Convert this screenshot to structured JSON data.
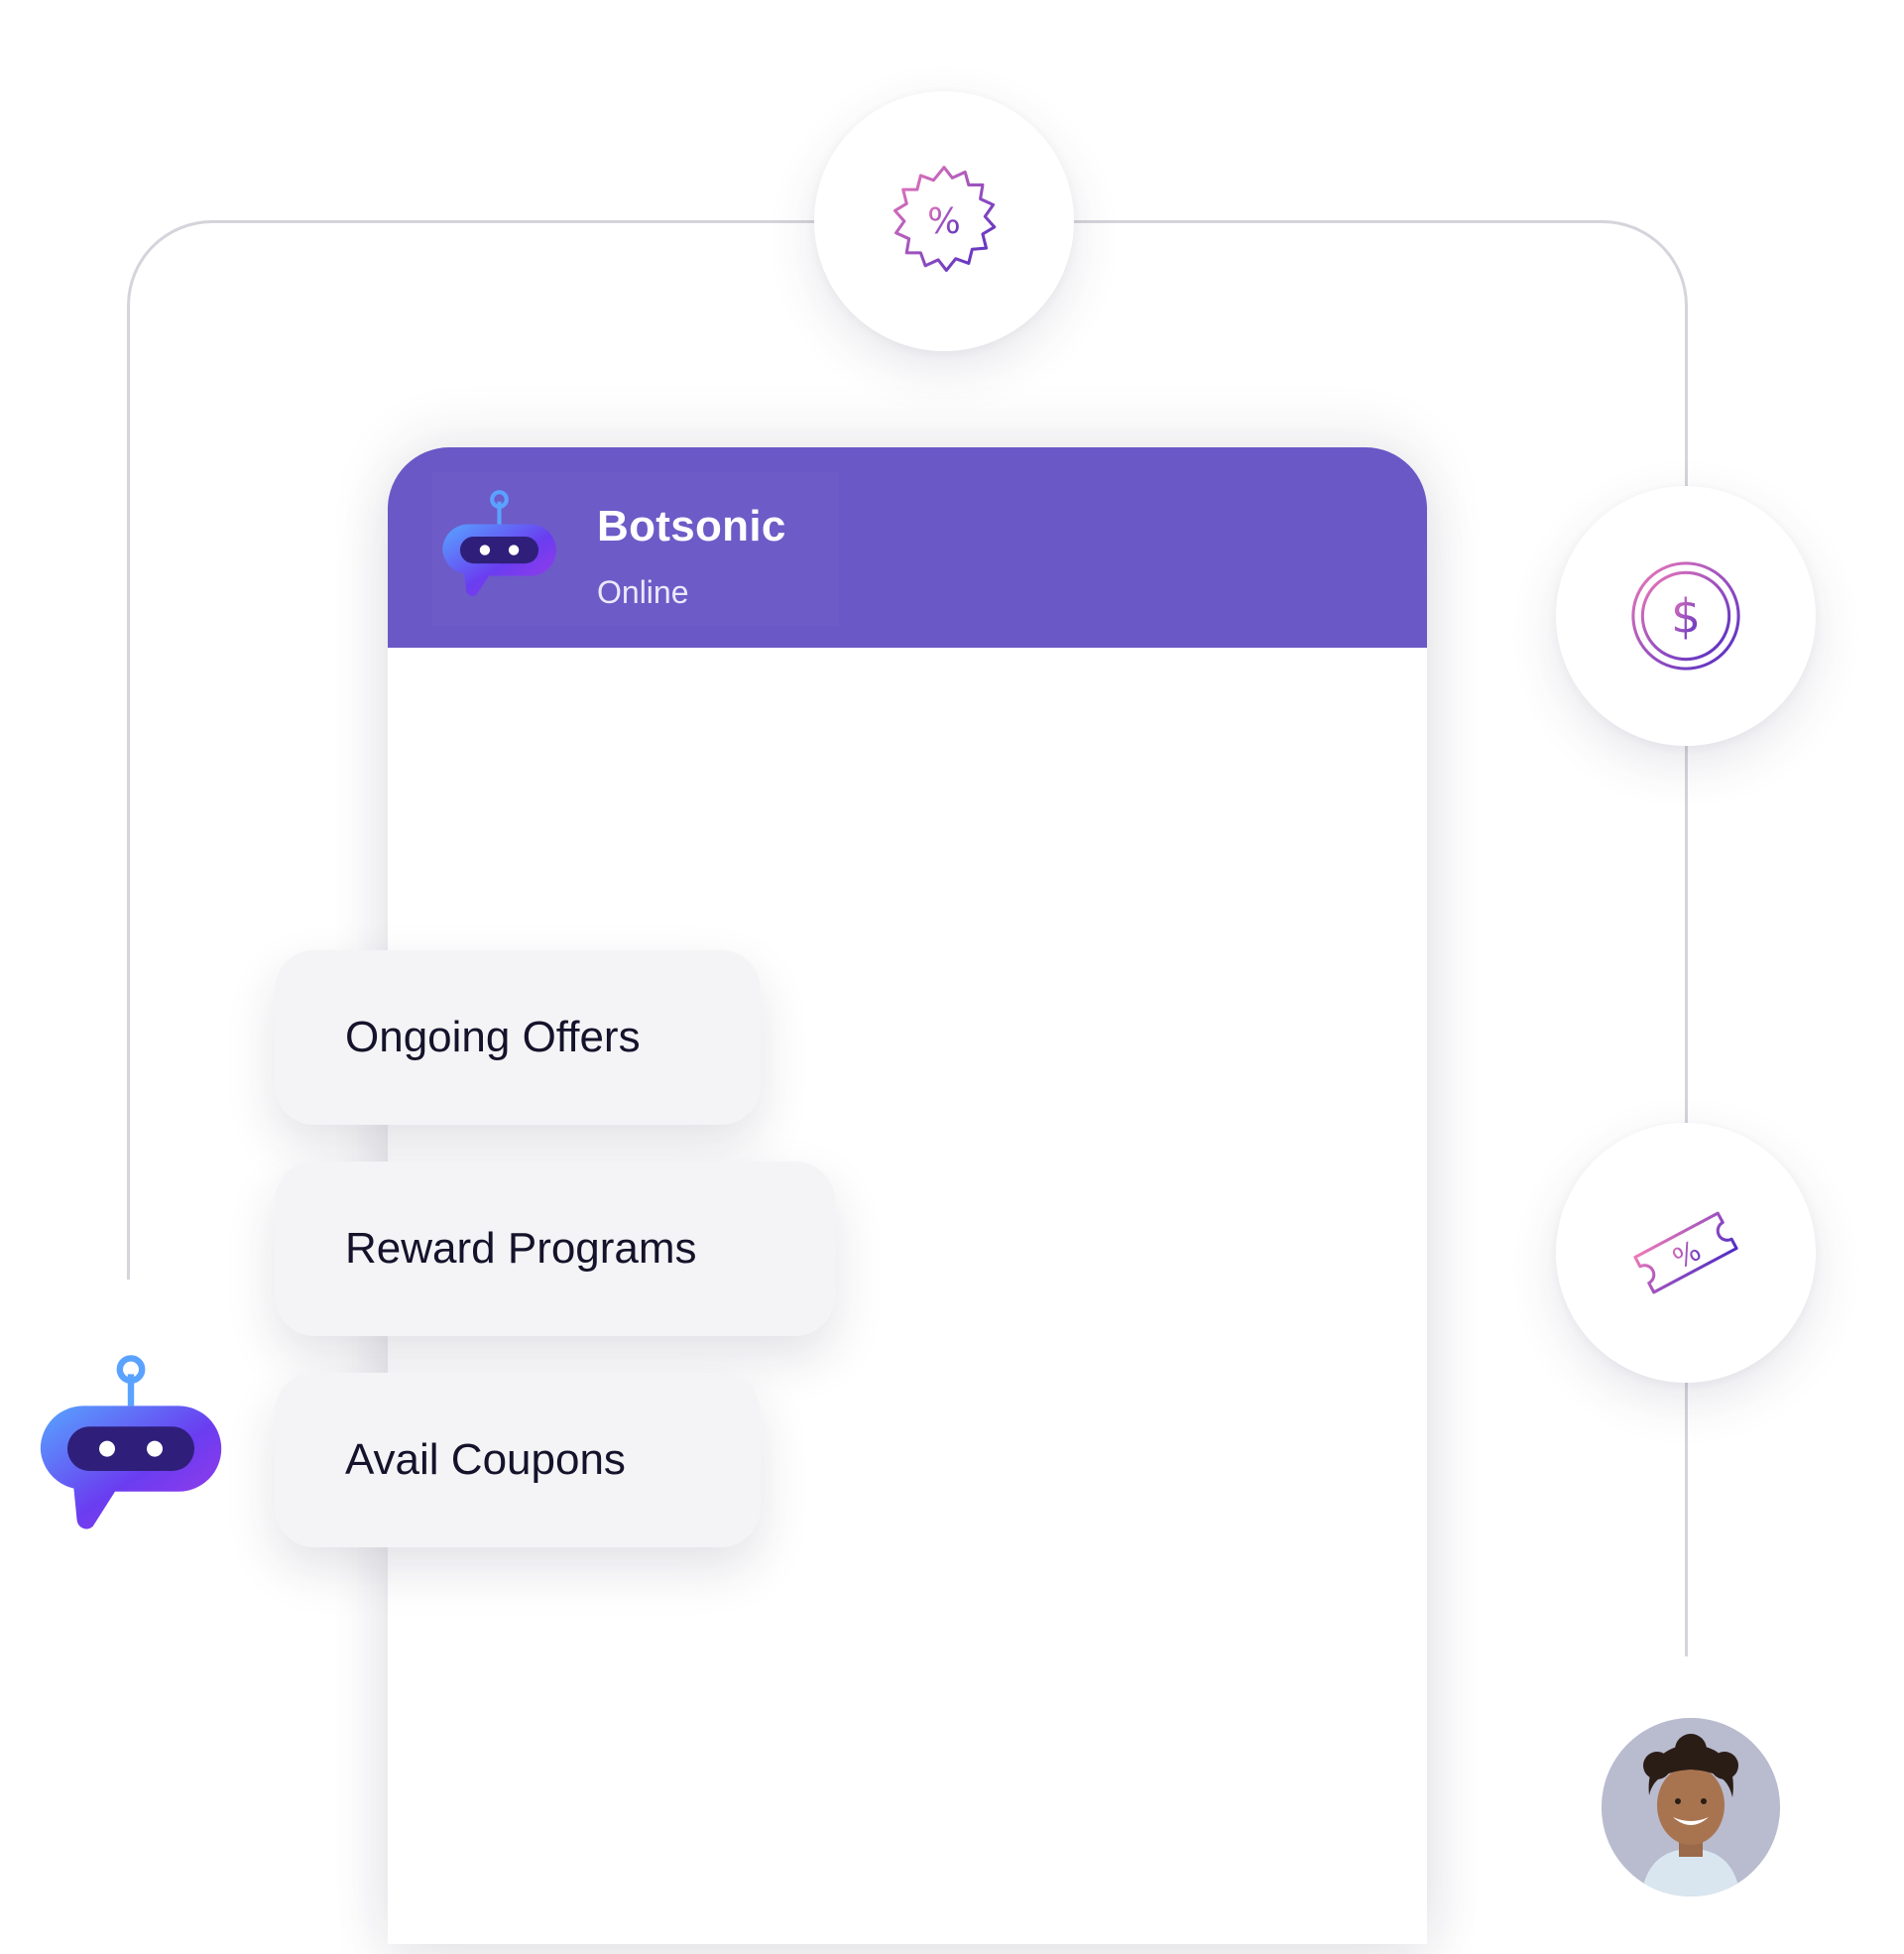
{
  "chat": {
    "bot_name": "Botsonic",
    "status": "Online"
  },
  "options": [
    {
      "label": "Ongoing Offers"
    },
    {
      "label": "Reward Programs"
    },
    {
      "label": "Avail Coupons"
    }
  ],
  "icons": {
    "top": "discount-badge-icon",
    "right_top": "dollar-coin-icon",
    "right_bottom": "coupon-ticket-icon"
  },
  "colors": {
    "header": "#6a58c6",
    "card_bg": "#f4f4f6",
    "icon_gradient_start": "#e874b9",
    "icon_gradient_end": "#5a2ec9"
  }
}
